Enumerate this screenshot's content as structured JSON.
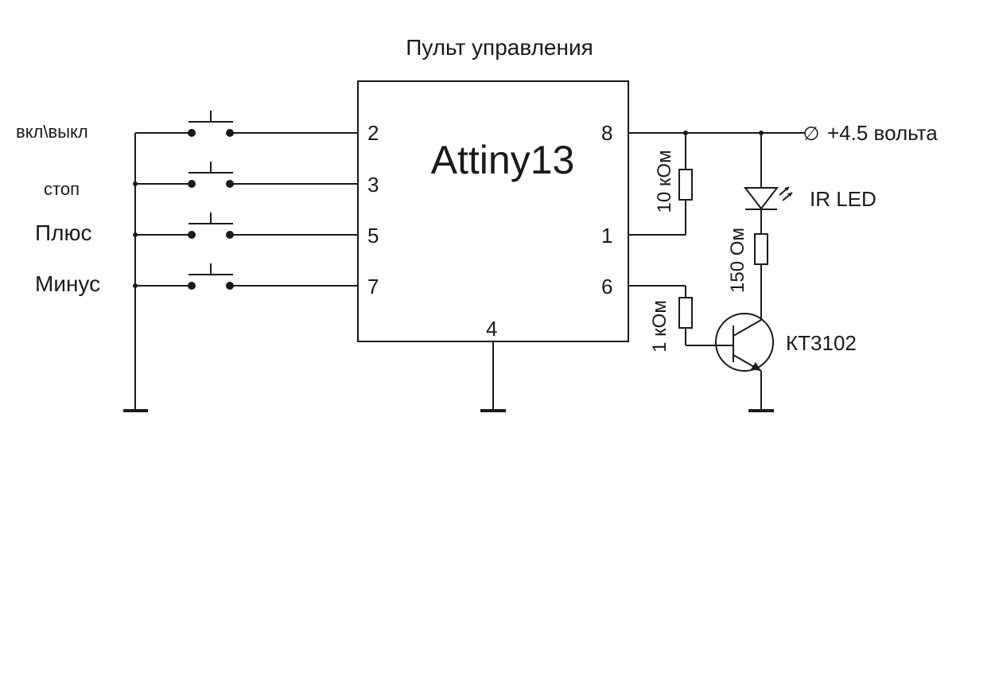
{
  "title": "Пульт управления",
  "chip": {
    "name": "Attiny13",
    "pins": [
      "2",
      "3",
      "5",
      "7",
      "8",
      "1",
      "6",
      "4"
    ]
  },
  "buttons": [
    "вкл\\выкл",
    "стоп",
    "Плюс",
    "Минус"
  ],
  "power_label": "+4.5 вольта",
  "power_terminal_symbol": "∅",
  "components": {
    "pullup_resistor": "10 кОм",
    "base_resistor": "1 кОм",
    "led_resistor": "150 Ом",
    "led": "IR LED",
    "transistor": "КТ3102"
  }
}
